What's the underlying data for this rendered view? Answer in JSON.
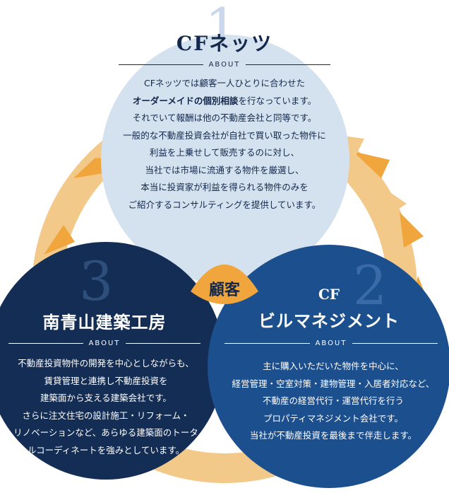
{
  "colors": {
    "orange": "#f0a63c",
    "orange_light": "#f3c98a",
    "circle1": "#d4e1ef",
    "circle2": "#1c4f8e",
    "circle3": "#132d54",
    "navy_text": "#13284a"
  },
  "center": {
    "label": "顧客"
  },
  "section1": {
    "number": "1",
    "title": "CFネッツ",
    "about": "ABOUT",
    "lines": [
      "CFネッツでは顧客一人ひとりに合わせた",
      "それでいて報酬は他の不動産会社と同等です。",
      "一般的な不動産投資会社が自社で買い取った物件に",
      "利益を上乗せして販売するのに対し、",
      "当社では市場に流通する物件を厳選し、",
      "本当に投資家が利益を得られる物件のみを",
      "ご紹介するコンサルティングを提供しています。"
    ],
    "line2_bold": "オーダーメイドの個別相談",
    "line2_rest": "を行なっています。"
  },
  "section2": {
    "number": "2",
    "title_line1": "CF",
    "title_line2": "ビルマネジメント",
    "about": "ABOUT",
    "lines": [
      "主に購入いただいた物件を中心に、",
      "経営管理・空室対策・建物管理・入居者対応など、",
      "不動産の経営代行・運営代行を行う",
      "プロパティマネジメント会社です。",
      "当社が不動産投資を最後まで伴走します。"
    ]
  },
  "section3": {
    "number": "3",
    "title": "南青山建築工房",
    "about": "ABOUT",
    "lines": [
      "不動産投資物件の開発を中心としながらも、",
      "賃貸管理と連携し不動産投資を",
      "建築面から支える建築会社です。",
      "さらに注文住宅の設計施工・リフォーム・",
      "リノベーションなど、あらゆる建築面のトータ",
      "ルコーディネートを強みとしています。"
    ]
  }
}
